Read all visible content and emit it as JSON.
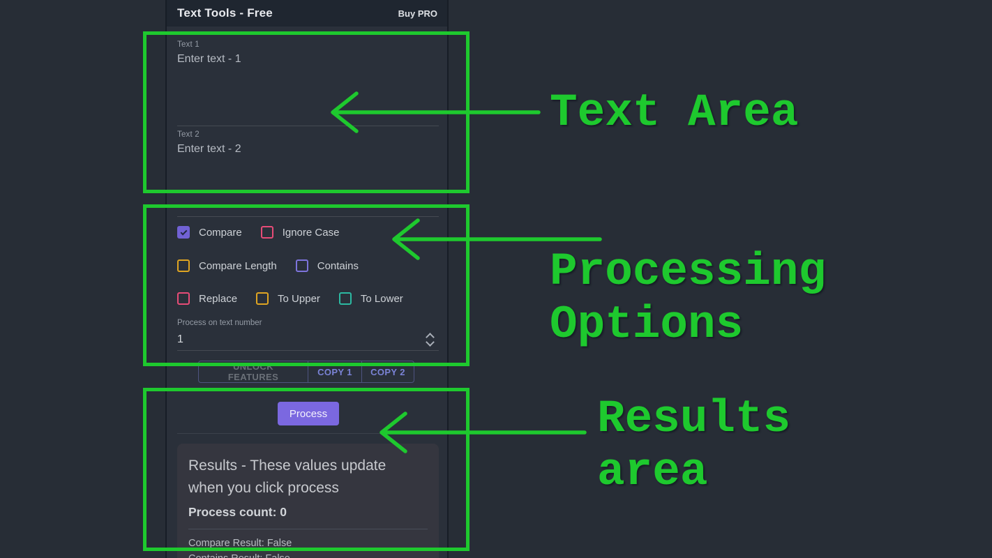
{
  "colors": {
    "annotation_green": "#1ec92e",
    "app_background": "#2a303a",
    "topbar_background": "#1f2630",
    "results_card_background": "#35363f",
    "process_button_purple": "#7b68e0",
    "checkbox_checked_purple": "#7162d4",
    "checkbox_pink": "#e74c77",
    "checkbox_amber": "#dfa522",
    "checkbox_periwinkle": "#7d74dc",
    "checkbox_teal": "#2cb9a2"
  },
  "annotations": {
    "text_area_label": "Text Area",
    "processing_options_line1": "Processing",
    "processing_options_line2": "Options",
    "results_line1": "Results",
    "results_line2": "area"
  },
  "app": {
    "titlebar": {
      "title": "Text Tools - Free",
      "action_label": "Buy PRO"
    },
    "fields": [
      {
        "label": "Text 1",
        "placeholder": "Enter text - 1"
      },
      {
        "label": "Text 2",
        "placeholder": "Enter text - 2"
      }
    ],
    "options": {
      "items": [
        {
          "label": "Compare",
          "checked": true,
          "color": "#7162d4"
        },
        {
          "label": "Ignore Case",
          "checked": false,
          "color": "#e74c77"
        },
        {
          "label": "Compare Length",
          "checked": false,
          "color": "#dfa522"
        },
        {
          "label": "Contains",
          "checked": false,
          "color": "#7d74dc"
        },
        {
          "label": "Replace",
          "checked": false,
          "color": "#e74c77"
        },
        {
          "label": "To Upper",
          "checked": false,
          "color": "#dfa522"
        },
        {
          "label": "To Lower",
          "checked": false,
          "color": "#2cb9a2"
        }
      ]
    },
    "stepper": {
      "label": "Process on text number",
      "value": "1"
    },
    "action_buttons": [
      {
        "label": "UNLOCK FEATURES",
        "disabled": true
      },
      {
        "label": "COPY 1",
        "disabled": false
      },
      {
        "label": "COPY 2",
        "disabled": false
      }
    ],
    "process_button_label": "Process",
    "results": {
      "title": "Results - These values update when you click process",
      "process_count": "Process count: 0",
      "rows": [
        "Compare Result: False",
        "Contains Result: False"
      ]
    }
  }
}
